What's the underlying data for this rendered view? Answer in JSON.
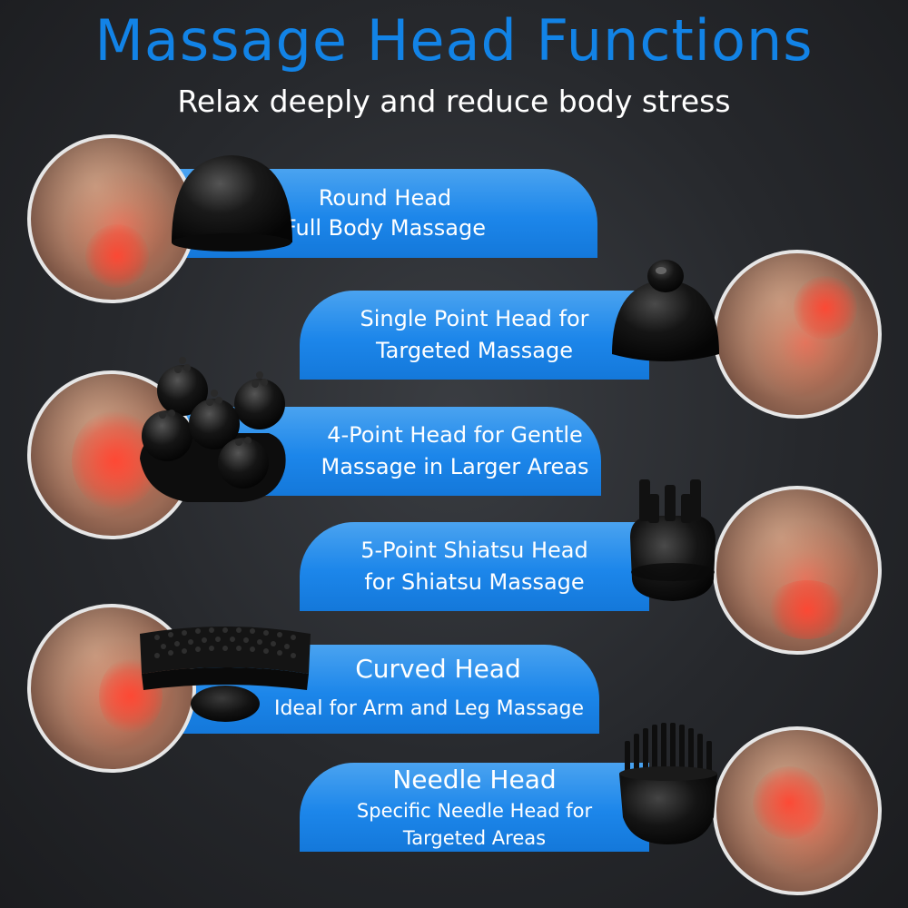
{
  "header": {
    "title": "Massage Head Functions",
    "subtitle": "Relax deeply and reduce body stress"
  },
  "items": [
    {
      "line1": "Round Head",
      "line2": "Full Body Massage",
      "head_icon": "round-head-icon"
    },
    {
      "line1": "Single Point Head for",
      "line2": "Targeted Massage",
      "head_icon": "single-point-head-icon"
    },
    {
      "line1": "4-Point Head for Gentle",
      "line2": "Massage in Larger Areas",
      "head_icon": "four-point-head-icon"
    },
    {
      "line1": "5-Point Shiatsu Head",
      "line2": "for Shiatsu Massage",
      "head_icon": "five-point-head-icon"
    },
    {
      "line1": "Curved Head",
      "line2": "Ideal for Arm and Leg Massage",
      "head_icon": "curved-head-icon"
    },
    {
      "line1": "Needle Head",
      "line2": "Specific Needle Head for",
      "line3": "Targeted Areas",
      "head_icon": "needle-head-icon"
    }
  ],
  "colors": {
    "title": "#1283e6",
    "banner": "#1c86ea",
    "background": "#26282c"
  }
}
